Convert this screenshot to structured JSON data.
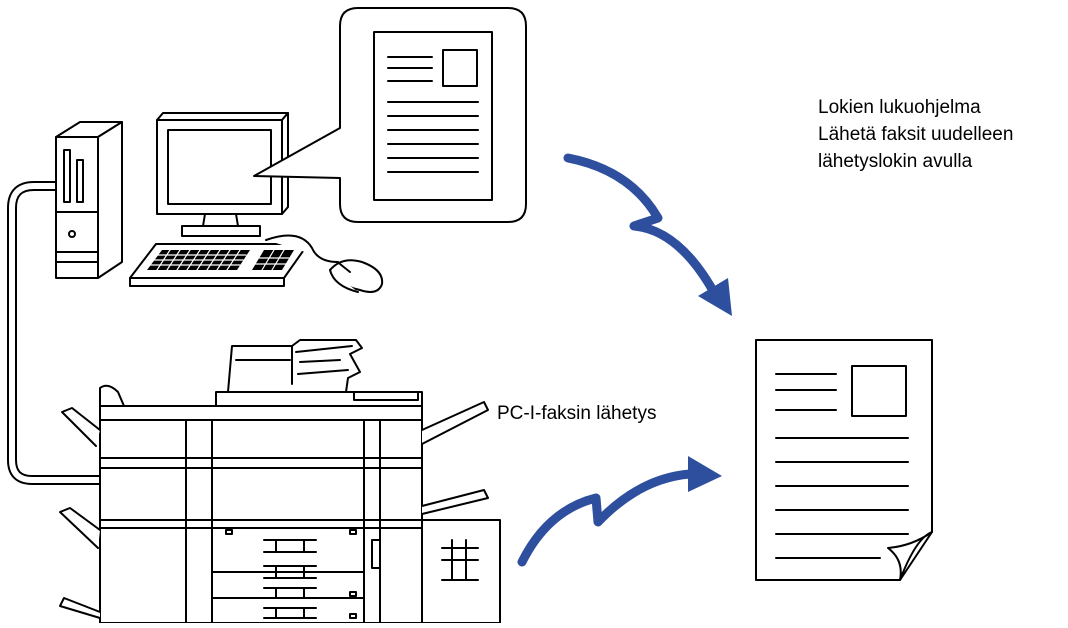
{
  "labels": {
    "resend": {
      "line1": "Lokien lukuohjelma",
      "line2": "Lähetä faksit uudelleen",
      "line3": "lähetyslokin avulla"
    },
    "pc_fax": "PC-I-faksin lähetys"
  },
  "colors": {
    "arrow": "#2e4f9e",
    "stroke": "#000000",
    "background": "#ffffff"
  },
  "icons": {
    "computer": "desktop-computer-icon",
    "document_preview": "document-callout-icon",
    "printer": "multifunction-printer-icon",
    "output_document": "fax-document-icon"
  }
}
